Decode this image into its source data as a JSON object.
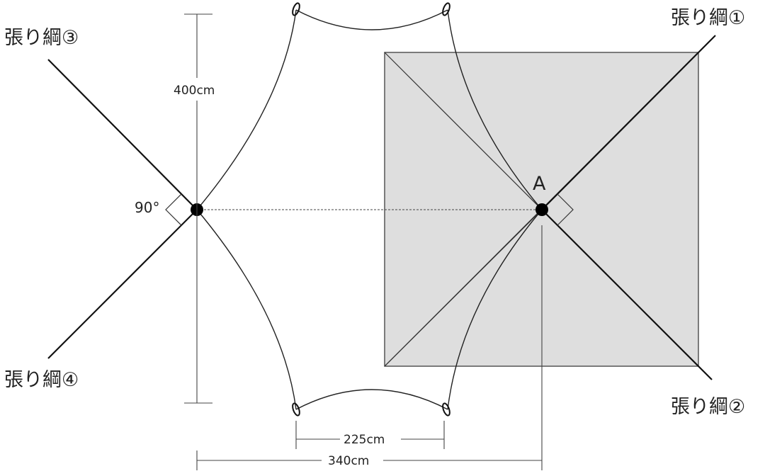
{
  "labels": {
    "rope1": "張り綱①",
    "rope2": "張り綱②",
    "rope3": "張り綱③",
    "rope4": "張り綱④",
    "point_a": "A",
    "angle": "90°",
    "height_dim": "400cm",
    "inner_width_dim": "225cm",
    "outer_width_dim": "340cm"
  },
  "colors": {
    "line": "#1a1a1a",
    "square_fill": "#dedede",
    "square_stroke": "#555555"
  }
}
